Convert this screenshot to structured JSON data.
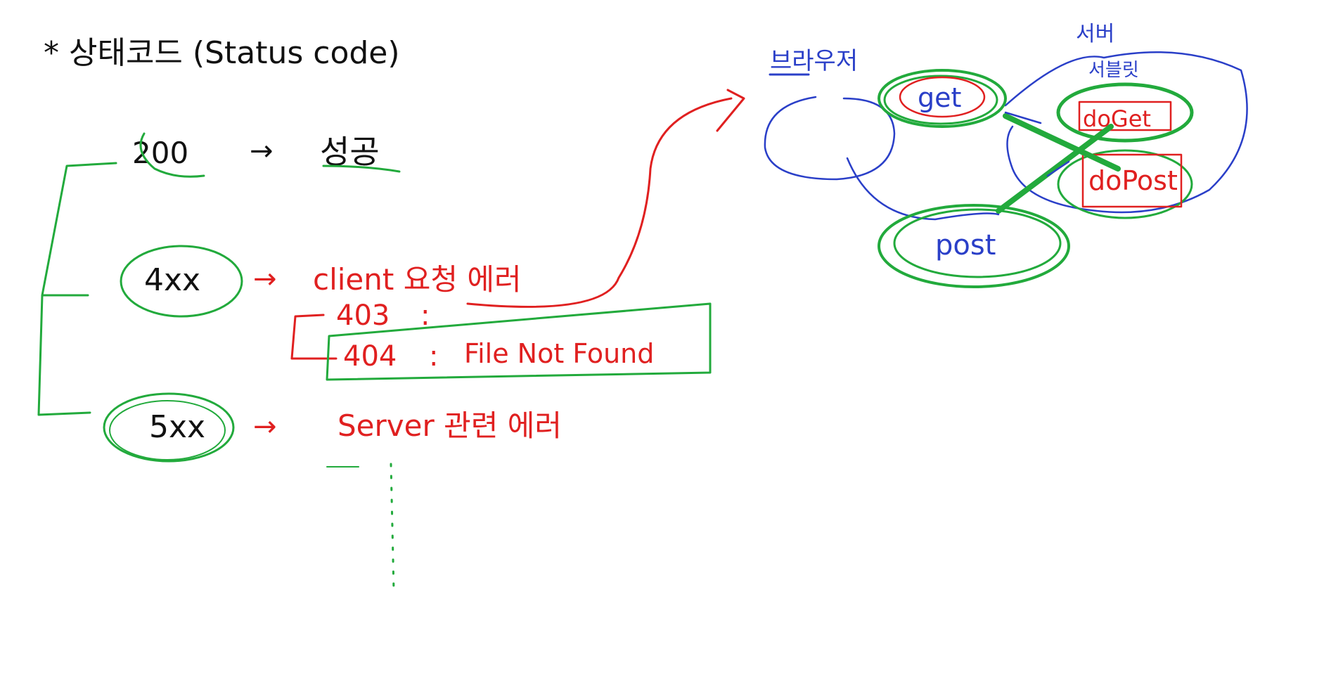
{
  "colors": {
    "background": "#ffffff",
    "ink_black": "#111111",
    "ink_red": "#e02020",
    "ink_blue": "#2a3fc8",
    "ink_green": "#22aa3c"
  },
  "left_section": {
    "title": "* 상태코드 (Status code)",
    "codes": [
      {
        "code": "200",
        "arrow": "→",
        "meaning": "성공"
      },
      {
        "code": "4xx",
        "arrow": "→",
        "meaning": "client 요청 에러"
      },
      {
        "code": "5xx",
        "arrow": "→",
        "meaning": "Server 관련 에러"
      }
    ],
    "sub_codes": [
      {
        "code": "403",
        "separator": ":",
        "meaning": ""
      },
      {
        "code": "404",
        "separator": ":",
        "meaning": "File Not Found"
      }
    ]
  },
  "right_section": {
    "client_label": "브라우저",
    "server_label": "서버",
    "servlet_label": "서블릿",
    "requests": [
      "get",
      "post"
    ],
    "handlers": [
      "doGet",
      "doPost"
    ]
  }
}
